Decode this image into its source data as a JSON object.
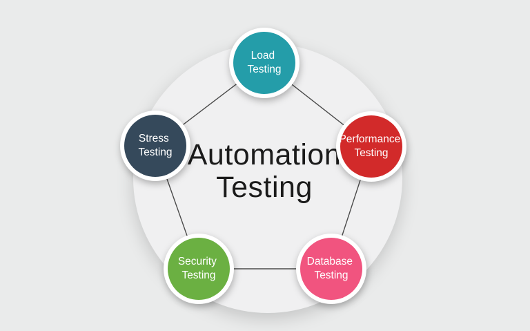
{
  "title": {
    "line1": "Automation",
    "line2": "Testing"
  },
  "colors": {
    "background": "#eaebeb",
    "central_circle": "#f0f0f1",
    "connector": "#4a4a4a",
    "title": "#1b1b1b",
    "node_text": "#ffffff",
    "node_ring": "#ffffff"
  },
  "nodes": [
    {
      "id": "load-testing",
      "line1": "Load",
      "line2": "Testing",
      "color": "#249da9"
    },
    {
      "id": "performance-testing",
      "line1": "Performance",
      "line2": "Testing",
      "color": "#d22a2a"
    },
    {
      "id": "database-testing",
      "line1": "Database",
      "line2": "Testing",
      "color": "#f1547f"
    },
    {
      "id": "security-testing",
      "line1": "Security",
      "line2": "Testing",
      "color": "#6bb042"
    },
    {
      "id": "stress-testing",
      "line1": "Stress",
      "line2": "Testing",
      "color": "#35495b"
    }
  ]
}
